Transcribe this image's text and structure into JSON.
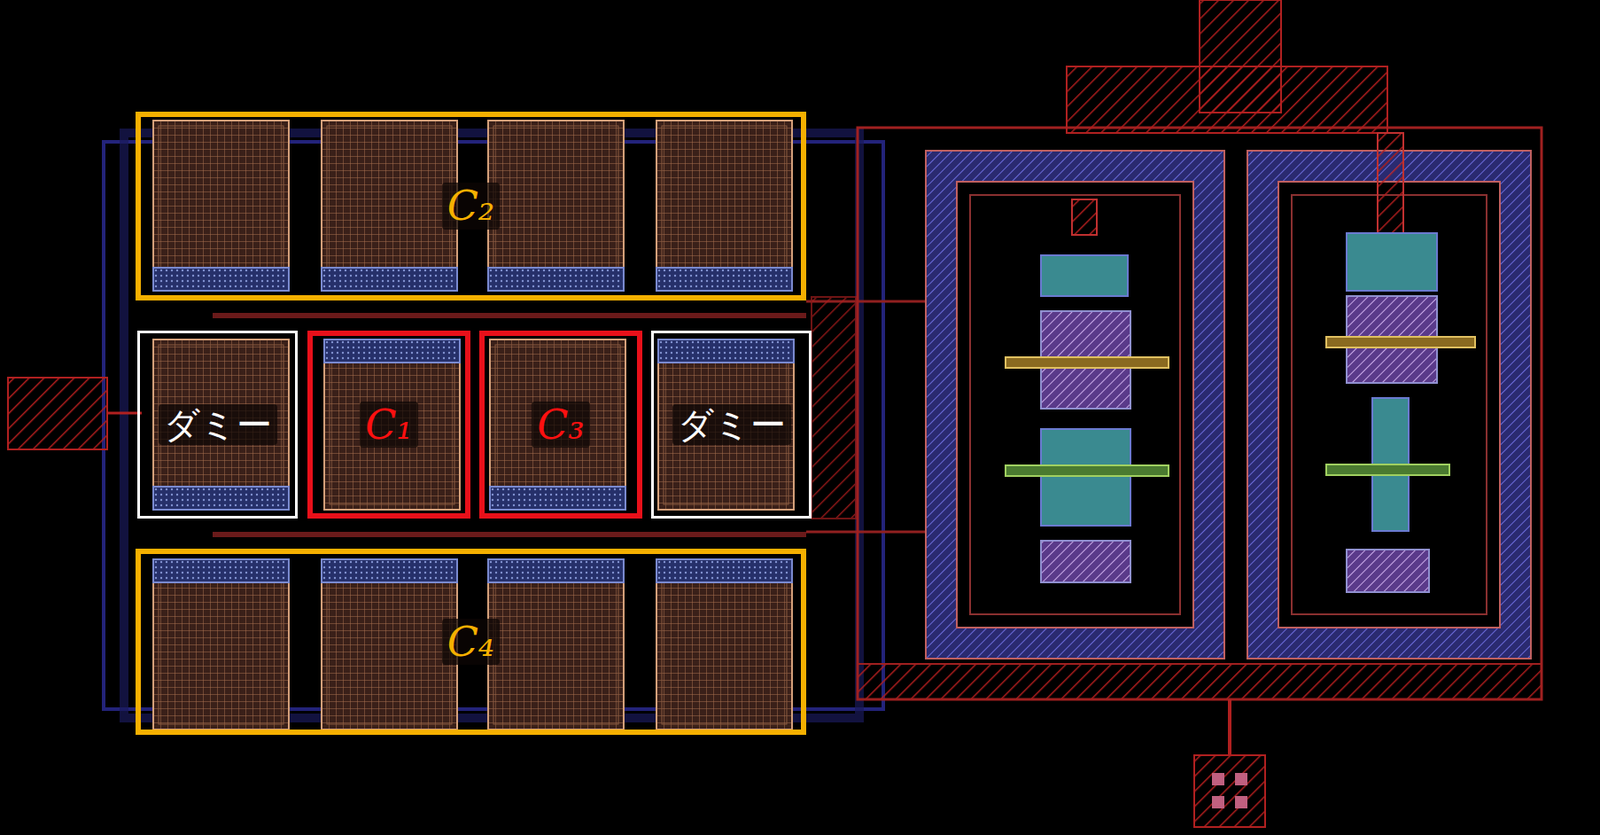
{
  "diagram": {
    "nodes": [
      {
        "text": [
          "C₂"
        ]
      },
      {
        "text": [
          "ダミー"
        ]
      },
      {
        "text": [
          "C₁"
        ]
      },
      {
        "text": [
          "C₃"
        ]
      },
      {
        "text": [
          "ダミー"
        ]
      },
      {
        "text": [
          "C₄"
        ]
      }
    ]
  }
}
